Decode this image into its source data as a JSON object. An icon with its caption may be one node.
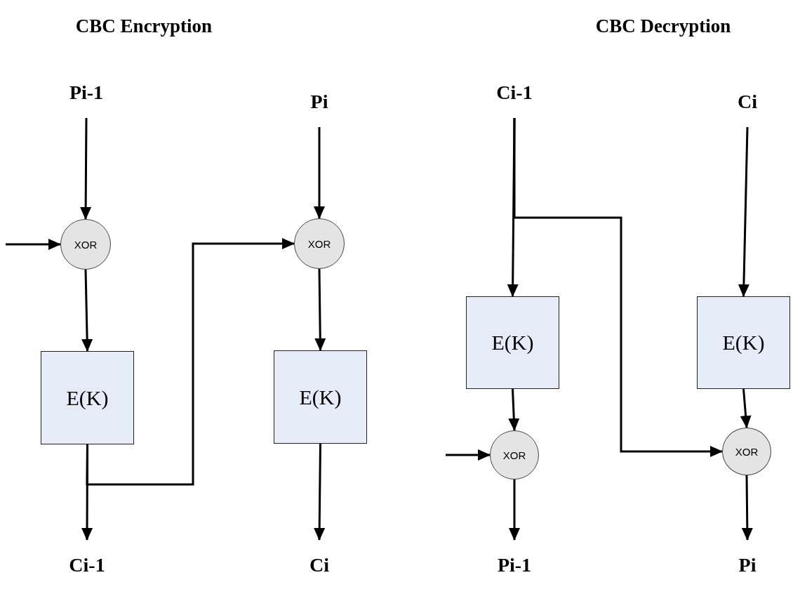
{
  "diagram": {
    "nodes": [
      {
        "text": [
          "Pi-1"
        ]
      },
      {
        "text": [
          "Pi"
        ]
      },
      {
        "text": [
          "XOR"
        ]
      },
      {
        "text": [
          "XOR"
        ]
      },
      {
        "text": [
          "E(K)"
        ]
      },
      {
        "text": [
          "E(K)"
        ]
      },
      {
        "text": [
          "Ci-1"
        ]
      },
      {
        "text": [
          "Ci"
        ]
      },
      {
        "text": [
          "Ci-1"
        ]
      },
      {
        "text": [
          "Ci"
        ]
      },
      {
        "text": [
          "E(K)"
        ]
      },
      {
        "text": [
          "E(K)"
        ]
      },
      {
        "text": [
          "XOR"
        ]
      },
      {
        "text": [
          "XOR"
        ]
      },
      {
        "text": [
          "Pi-1"
        ]
      },
      {
        "text": [
          "Pi"
        ]
      }
    ],
    "edges": [
      {
        "from": 0,
        "to": 2,
        "arrow": "to"
      },
      {
        "from": null,
        "to": 2,
        "arrow": "to"
      },
      {
        "from": 2,
        "to": 4,
        "arrow": "to"
      },
      {
        "from": 4,
        "to": 6,
        "arrow": "to"
      },
      {
        "from": 4,
        "to": 3,
        "arrow": "to"
      },
      {
        "from": 1,
        "to": 3,
        "arrow": "to"
      },
      {
        "from": 3,
        "to": 5,
        "arrow": "to"
      },
      {
        "from": 5,
        "to": 7,
        "arrow": "to"
      },
      {
        "from": 8,
        "to": 10,
        "arrow": "to"
      },
      {
        "from": 8,
        "to": 13,
        "arrow": "to"
      },
      {
        "from": 9,
        "to": 11,
        "arrow": "to"
      },
      {
        "from": 10,
        "to": 12,
        "arrow": "to"
      },
      {
        "from": null,
        "to": 12,
        "arrow": "to"
      },
      {
        "from": 11,
        "to": 13,
        "arrow": "to"
      },
      {
        "from": 12,
        "to": 14,
        "arrow": "to"
      },
      {
        "from": 13,
        "to": 15,
        "arrow": "to"
      }
    ],
    "labels": [
      "CBC Encryption",
      "CBC Decryption"
    ]
  }
}
